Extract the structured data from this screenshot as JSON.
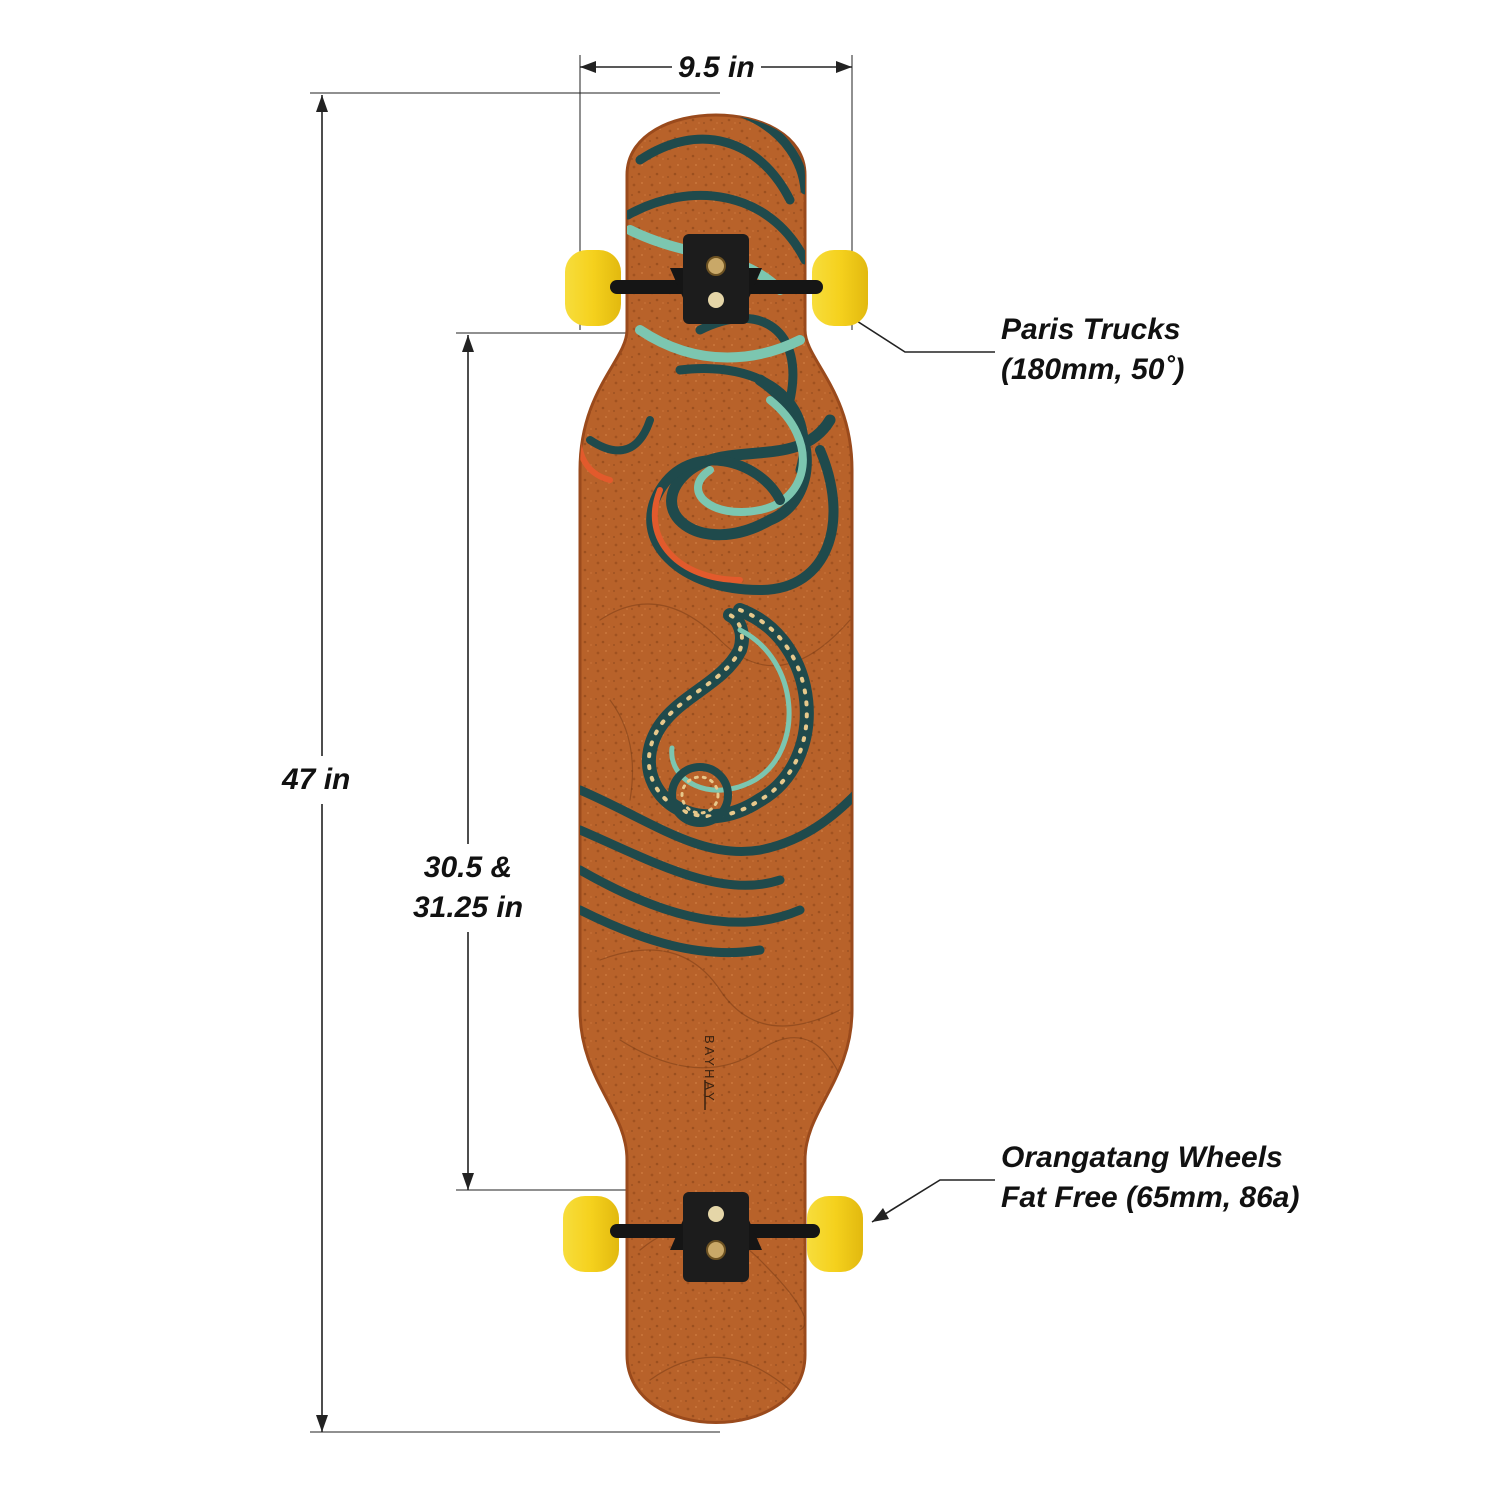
{
  "dimensions": {
    "width_label": "9.5 in",
    "length_label": "47 in",
    "wheelbase_label_line1": "30.5 &",
    "wheelbase_label_line2": "31.25 in"
  },
  "callouts": {
    "trucks_line1": "Paris Trucks",
    "trucks_line2": "(180mm, 50˚)",
    "wheels_line1": "Orangatang Wheels",
    "wheels_line2": "Fat Free (65mm, 86a)"
  },
  "deck_logo_text": "BAYHAY",
  "colors": {
    "deck": "#b8622a",
    "deck_edge": "#9a4a1c",
    "swirl_dark": "#1f4a4c",
    "swirl_teal": "#7cc6b0",
    "swirl_orange": "#e25a2c",
    "wheel": "#f5d11d",
    "truck": "#151515",
    "dimension_line": "#222222"
  }
}
